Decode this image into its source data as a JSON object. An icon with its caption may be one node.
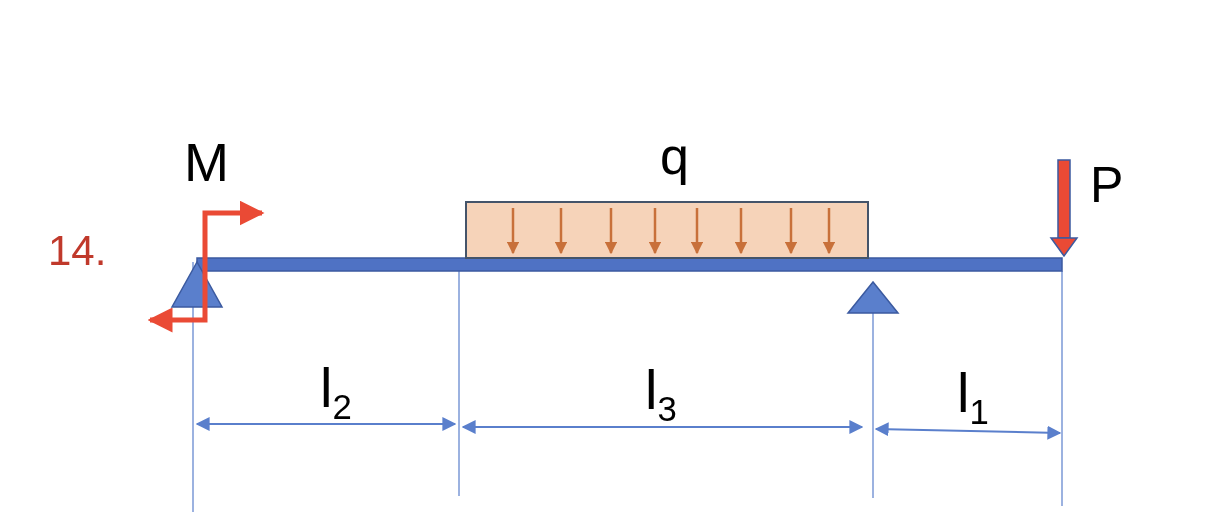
{
  "diagram": {
    "labels": [
      "M",
      "q",
      "P",
      "14.",
      "l$_{2}$",
      "l$_{3}$",
      "l$_{1}$"
    ]
  }
}
